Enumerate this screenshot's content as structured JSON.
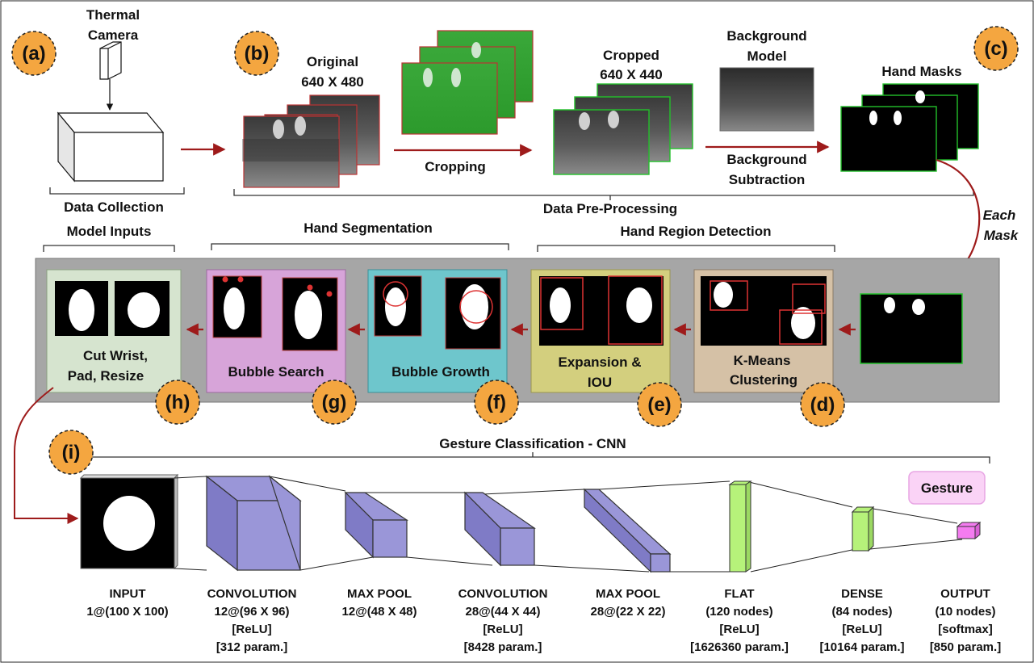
{
  "badges": [
    "(a)",
    "(b)",
    "(c)",
    "(d)",
    "(e)",
    "(f)",
    "(g)",
    "(h)",
    "(i)"
  ],
  "camera": {
    "line1": "Thermal",
    "line2": "Camera"
  },
  "images": {
    "original_line1": "Original",
    "original_line2": "640 X 480",
    "cropped_line1": "Cropped",
    "cropped_line2": "640 X 440",
    "bg_line1": "Background",
    "bg_line2": "Model",
    "hand_masks": "Hand Masks"
  },
  "arrows": {
    "cropping": "Cropping",
    "bgsub_line1": "Background",
    "bgsub_line2": "Subtraction",
    "each_line1": "Each",
    "each_line2": "Mask"
  },
  "groups": {
    "data_collection": "Data Collection",
    "data_preprocessing": "Data Pre-Processing",
    "model_inputs": "Model Inputs",
    "hand_segmentation": "Hand Segmentation",
    "hand_region_detection": "Hand Region Detection",
    "gesture_classification": "Gesture Classification - CNN"
  },
  "stages": {
    "h_line1": "Cut Wrist,",
    "h_line2": "Pad, Resize",
    "g": "Bubble Search",
    "f": "Bubble Growth",
    "e_line1": "Expansion &",
    "e_line2": "IOU",
    "d_line1": "K-Means",
    "d_line2": "Clustering"
  },
  "gesture_label": "Gesture",
  "colors": {
    "badge": "#F4A640",
    "dark_red": "#9E1B1B",
    "green_frame": "#22C02A",
    "gray_band": "#A6A6A6",
    "stage_h": "#D6E4CF",
    "stage_g": "#D7A4D9",
    "stage_f": "#6EC6CC",
    "stage_e": "#D3CF7E",
    "stage_d": "#D5C1A6",
    "cnn_block": "#9A96D8",
    "flat_dense": "#B6F27A",
    "output": "#F47CF0",
    "gesture_box": "#FAD3F6"
  },
  "layers": [
    {
      "name": "INPUT",
      "lines": [
        "1@(100 X 100)"
      ]
    },
    {
      "name": "CONVOLUTION",
      "lines": [
        "12@(96 X 96)",
        "[ReLU]",
        "[312 param.]"
      ]
    },
    {
      "name": "MAX POOL",
      "lines": [
        "12@(48 X 48)"
      ]
    },
    {
      "name": "CONVOLUTION",
      "lines": [
        "28@(44 X 44)",
        "[ReLU]",
        "[8428 param.]"
      ]
    },
    {
      "name": "MAX POOL",
      "lines": [
        "28@(22 X 22)"
      ]
    },
    {
      "name": "FLAT",
      "lines": [
        "(120 nodes)",
        "[ReLU]",
        "[1626360 param.]"
      ]
    },
    {
      "name": "DENSE",
      "lines": [
        "(84 nodes)",
        "[ReLU]",
        "[10164 param.]"
      ]
    },
    {
      "name": "OUTPUT",
      "lines": [
        "(10 nodes)",
        "[softmax]",
        "[850 param.]"
      ]
    }
  ]
}
